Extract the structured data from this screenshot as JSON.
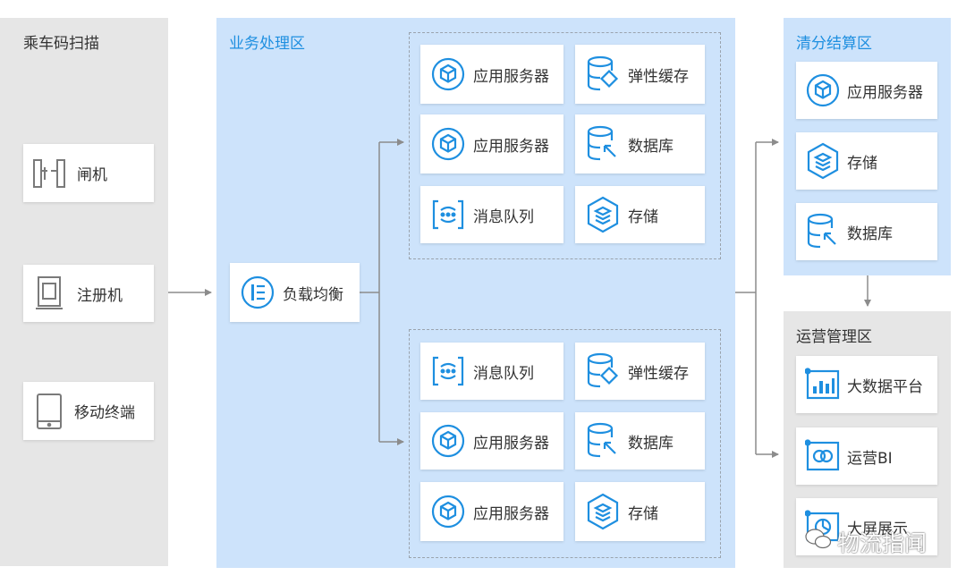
{
  "colors": {
    "accent": "#1e8fe0",
    "blue_zone": "#cde3fb",
    "gray_zone": "#e6e6e6",
    "connector": "#8c8c8c"
  },
  "zones": {
    "scan": {
      "title": "乘车码扫描"
    },
    "business": {
      "title": "业务处理区"
    },
    "clearing": {
      "title": "清分结算区"
    },
    "ops": {
      "title": "运营管理区"
    }
  },
  "scan_nodes": [
    {
      "label": "闸机",
      "icon": "gate-icon"
    },
    {
      "label": "注册机",
      "icon": "register-machine-icon"
    },
    {
      "label": "移动终端",
      "icon": "mobile-terminal-icon"
    }
  ],
  "load_balancer": {
    "label": "负载均衡",
    "icon": "load-balancer-icon"
  },
  "cluster_top": [
    {
      "label": "应用服务器",
      "icon": "app-server-icon"
    },
    {
      "label": "弹性缓存",
      "icon": "elastic-cache-icon"
    },
    {
      "label": "应用服务器",
      "icon": "app-server-icon"
    },
    {
      "label": "数据库",
      "icon": "database-icon"
    },
    {
      "label": "消息队列",
      "icon": "message-queue-icon"
    },
    {
      "label": "存储",
      "icon": "storage-icon"
    }
  ],
  "cluster_bottom": [
    {
      "label": "消息队列",
      "icon": "message-queue-icon"
    },
    {
      "label": "弹性缓存",
      "icon": "elastic-cache-icon"
    },
    {
      "label": "应用服务器",
      "icon": "app-server-icon"
    },
    {
      "label": "数据库",
      "icon": "database-icon"
    },
    {
      "label": "应用服务器",
      "icon": "app-server-icon"
    },
    {
      "label": "存储",
      "icon": "storage-icon"
    }
  ],
  "clearing_nodes": [
    {
      "label": "应用服务器",
      "icon": "app-server-icon"
    },
    {
      "label": "存储",
      "icon": "storage-icon"
    },
    {
      "label": "数据库",
      "icon": "database-icon"
    }
  ],
  "ops_nodes": [
    {
      "label": "大数据平台",
      "icon": "big-data-icon"
    },
    {
      "label": "运营BI",
      "icon": "bi-icon"
    },
    {
      "label": "大屏展示",
      "icon": "big-screen-icon"
    }
  ],
  "watermark": {
    "text": "物流指闻"
  }
}
